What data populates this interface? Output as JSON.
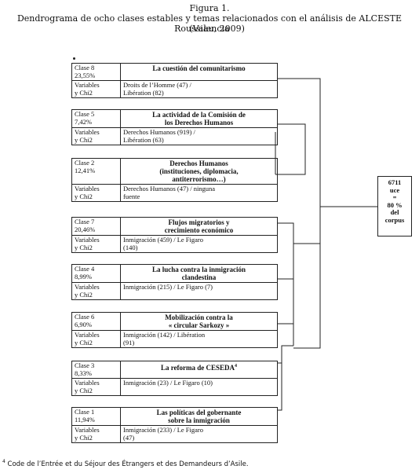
{
  "figure": {
    "label": "Figura 1.",
    "title_line1": "Dendrograma de ocho clases estables y temas relacionados con el análisis de ALCESTE (Valencia",
    "title_line2": "Roussiau, 2009)"
  },
  "variables_label": [
    "Variables",
    "y Chi2"
  ],
  "classes": [
    {
      "clase": "Clase 8",
      "pct": "23,55%",
      "title": [
        "La cuestión del comunitarismo"
      ],
      "vars": [
        "Droits de l’Homme (47) /",
        "Libération (82)"
      ]
    },
    {
      "clase": "Clase 5",
      "pct": "7,42%",
      "title": [
        "La actividad de la Comisión de",
        "los Derechos Humanos"
      ],
      "vars": [
        "Derechos Humanos (919) /",
        "Libération (63)"
      ]
    },
    {
      "clase": "Clase 2",
      "pct": "12,41%",
      "title": [
        "Derechos Humanos",
        "(instituciones, diplomacia,",
        "antiterrorismo…)"
      ],
      "vars": [
        "Derechos Humanos (47) / ninguna",
        "fuente"
      ]
    },
    {
      "clase": "Clase 7",
      "pct": "20,46%",
      "title": [
        "Flujos migratorios y",
        "crecimiento económico"
      ],
      "vars": [
        "Inmigración (459) / Le Figaro",
        "(140)"
      ]
    },
    {
      "clase": "Clase 4",
      "pct": "8,99%",
      "title": [
        "La lucha contra la inmigración",
        "clandestina"
      ],
      "vars": [
        "Inmigración (215) / Le Figaro (7)"
      ]
    },
    {
      "clase": "Clase 6",
      "pct": "6,90%",
      "title": [
        "Mobilización contra la",
        "« circular Sarkozy »"
      ],
      "vars": [
        "Inmigración (142) / Libération",
        "(91)"
      ]
    },
    {
      "clase": "Clase 3",
      "pct": "8,33%",
      "title": [
        "La reforma de CESEDA",
        "4"
      ],
      "vars": [
        "Inmigración (23) / Le Figaro (10)"
      ]
    },
    {
      "clase": "Clase 1",
      "pct": "11,94%",
      "title": [
        "Las políticas del gobernante",
        "sobre la inmigración"
      ],
      "vars": [
        "Inmigración (233) / Le Figaro",
        "(47)"
      ]
    }
  ],
  "corpus": [
    "6711",
    "uce",
    "=",
    "80 %",
    "del",
    "corpus"
  ],
  "footnote": {
    "mark": "4",
    "text": " Code de l’Entrée et du Séjour des Étrangers et des Demandeurs d’Asile."
  }
}
